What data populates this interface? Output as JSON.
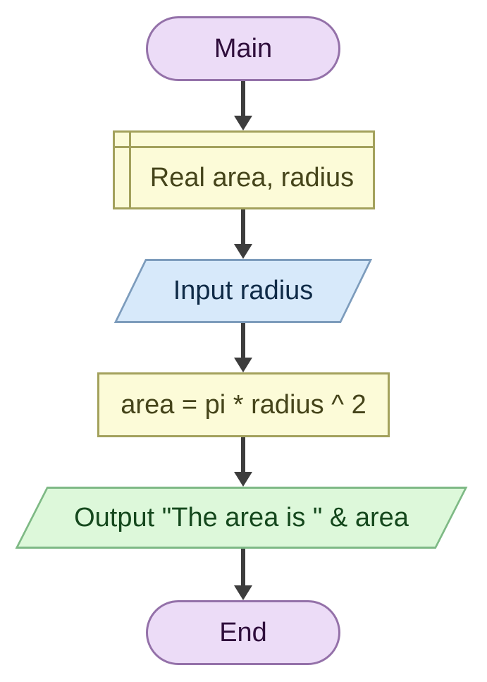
{
  "flowchart": {
    "nodes": [
      {
        "id": "main",
        "type": "terminal",
        "label": "Main"
      },
      {
        "id": "declare",
        "type": "declaration",
        "label": "Real area, radius"
      },
      {
        "id": "input",
        "type": "input",
        "label": "Input radius"
      },
      {
        "id": "assign",
        "type": "process",
        "label": "area = pi * radius ^ 2"
      },
      {
        "id": "output",
        "type": "output",
        "label": "Output \"The area is \" & area"
      },
      {
        "id": "end",
        "type": "terminal",
        "label": "End"
      }
    ],
    "edges": [
      {
        "from": "main",
        "to": "declare"
      },
      {
        "from": "declare",
        "to": "input"
      },
      {
        "from": "input",
        "to": "assign"
      },
      {
        "from": "assign",
        "to": "output"
      },
      {
        "from": "output",
        "to": "end"
      }
    ],
    "colors": {
      "background": "#ffffff",
      "terminal_fill": "#ecdcf7",
      "terminal_border": "#9471a9",
      "terminal_text": "#2f0e3c",
      "process_fill": "#fcfbd8",
      "process_border": "#a3a15c",
      "process_text": "#45441a",
      "input_fill": "#d7e9fa",
      "input_border": "#7d9cbc",
      "input_text": "#0f2b47",
      "output_fill": "#ddf8da",
      "output_border": "#7eb985",
      "output_text": "#15481d",
      "arrow": "#3d3d3d"
    }
  }
}
